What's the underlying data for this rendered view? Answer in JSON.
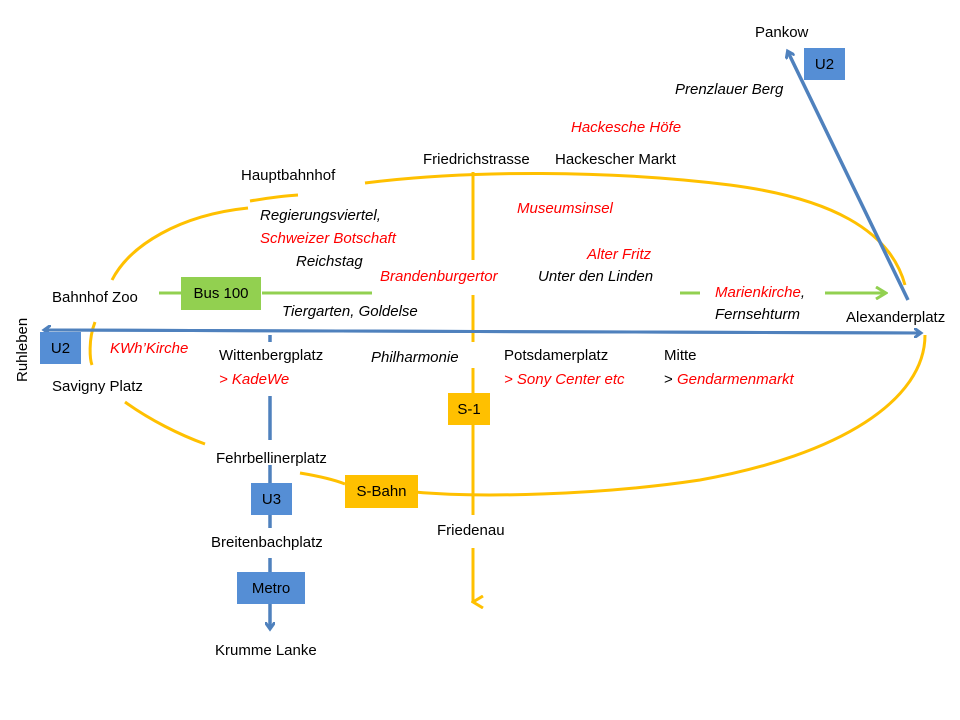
{
  "colors": {
    "u_bahn": "#4f81bd",
    "s_bahn": "#ffc000",
    "bus": "#92d050",
    "landmark_text": "#ff0000",
    "station_text": "#000000"
  },
  "lines": {
    "bus_100": {
      "label": "Bus 100"
    },
    "u2_west": {
      "label": "U2"
    },
    "u2_north": {
      "label": "U2"
    },
    "u3": {
      "label": "U3"
    },
    "metro": {
      "label": "Metro"
    },
    "s1": {
      "label": "S-1"
    },
    "s_bahn_ring": {
      "label": "S-Bahn"
    }
  },
  "stations": {
    "pankow": "Pankow",
    "hauptbahnhof": "Hauptbahnhof",
    "friedrichstrasse": "Friedrichstrasse",
    "hackescher_markt": "Hackescher Markt",
    "bahnhof_zoo": "Bahnhof Zoo",
    "alexanderplatz": "Alexanderplatz",
    "ruhleben": "Ruhleben",
    "savigny_platz": "Savigny Platz",
    "wittenbergplatz": "Wittenbergplatz",
    "potsdamerplatz": "Potsdamerplatz",
    "mitte": "Mitte",
    "fehrbellinerplatz": "Fehrbellinerplatz",
    "breitenbachplatz": "Breitenbachplatz",
    "krumme_lanke": "Krumme Lanke",
    "friedenau": "Friedenau"
  },
  "landmarks": {
    "prenzlauer_berg": "Prenzlauer Berg",
    "hackesche_hoefe": "Hackesche Höfe",
    "museumsinsel": "Museumsinsel",
    "regierungsviertel": "Regierungsviertel,",
    "schweizer_botschaft": "Schweizer Botschaft",
    "reichstag": "Reichstag",
    "alter_fritz": "Alter Fritz",
    "brandenburgertor": "Brandenburgertor",
    "unter_den_linden": "Unter den Linden",
    "marienkirche": "Marienkirche",
    "marienkirche_comma": ",",
    "fernsehturm": "Fernsehturm",
    "tiergarten": "Tiergarten, Goldelse",
    "kwh_kirche": "KWh’Kirche",
    "kadewe": "> KadeWe",
    "philharmonie": "Philharmonie",
    "sony_center": "> Sony Center etc",
    "gendarmenmarkt_prefix": "> ",
    "gendarmenmarkt": "Gendarmenmarkt"
  }
}
